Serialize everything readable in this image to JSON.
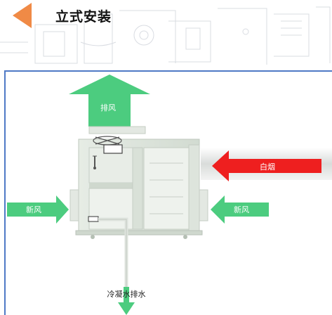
{
  "header": {
    "title": "立式安装",
    "accent_color": "#f08a46"
  },
  "diagram": {
    "labels": {
      "exhaust": "排风",
      "fresh_air_left": "新风",
      "fresh_air_right": "新风",
      "white_smoke": "白烟",
      "condensate_drain": "冷凝水排水"
    },
    "colors": {
      "green_arrow": "#4ccc7f",
      "red_arrow": "#ee1f1f",
      "frame_border": "#4f79c6",
      "unit_body": "#dbe3da"
    },
    "icons": [
      "fan-icon",
      "thermometer-icon",
      "sensor-icon"
    ]
  }
}
